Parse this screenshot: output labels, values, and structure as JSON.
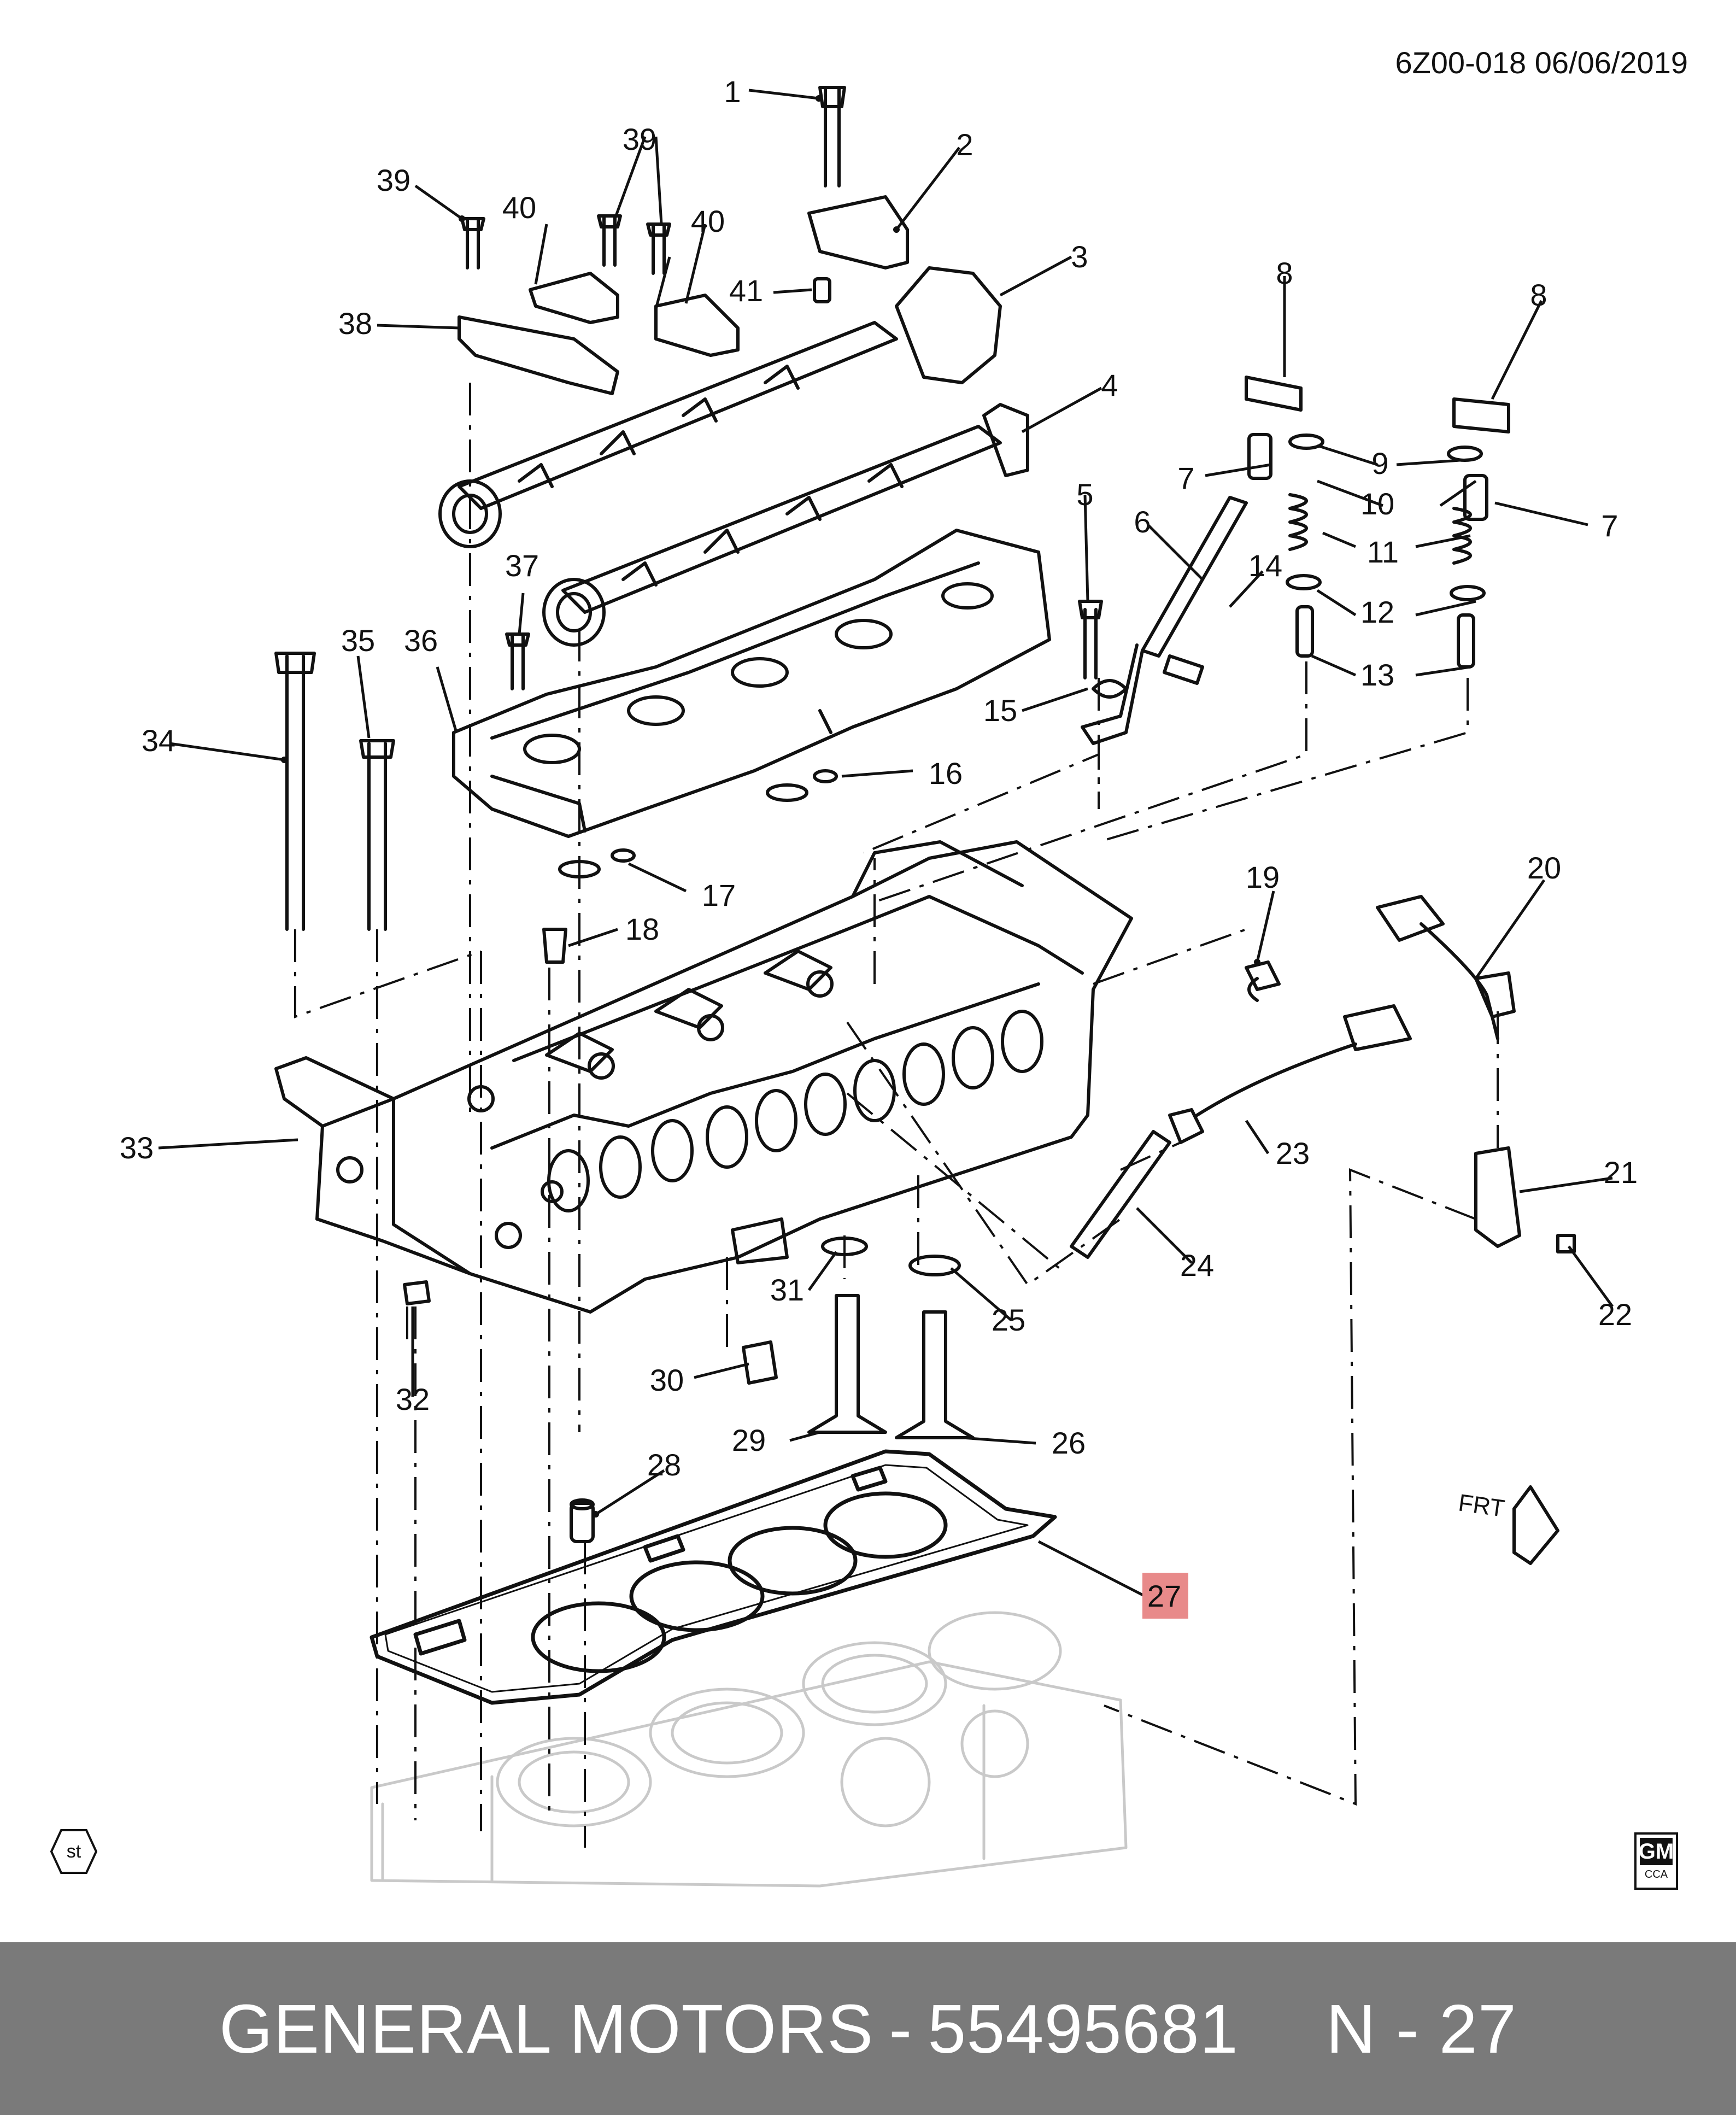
{
  "doc_reference": "6Z00-018  06/06/2019",
  "callouts": [
    "1",
    "2",
    "3",
    "4",
    "5",
    "6",
    "7",
    "7",
    "8",
    "8",
    "9",
    "10",
    "11",
    "12",
    "13",
    "14",
    "15",
    "16",
    "17",
    "18",
    "19",
    "20",
    "21",
    "22",
    "23",
    "24",
    "25",
    "26",
    "27",
    "28",
    "29",
    "30",
    "31",
    "32",
    "33",
    "34",
    "35",
    "36",
    "37",
    "38",
    "39",
    "39",
    "40",
    "40",
    "41"
  ],
  "highlighted_callout": "27",
  "front_indicator": "FRT",
  "st_badge": "st",
  "gm_badge": {
    "logo": "GM",
    "sub": "CCA"
  },
  "footer": {
    "brand": "GENERAL MOTORS",
    "separator": "-",
    "part_number": "55495681",
    "page_ref": "N - 27"
  },
  "colors": {
    "line": "#111111",
    "highlight": "#e88a8a",
    "footer_bg": "#7a7a7a",
    "footer_text": "#ffffff",
    "ghost_block": "#c9c9c9"
  }
}
